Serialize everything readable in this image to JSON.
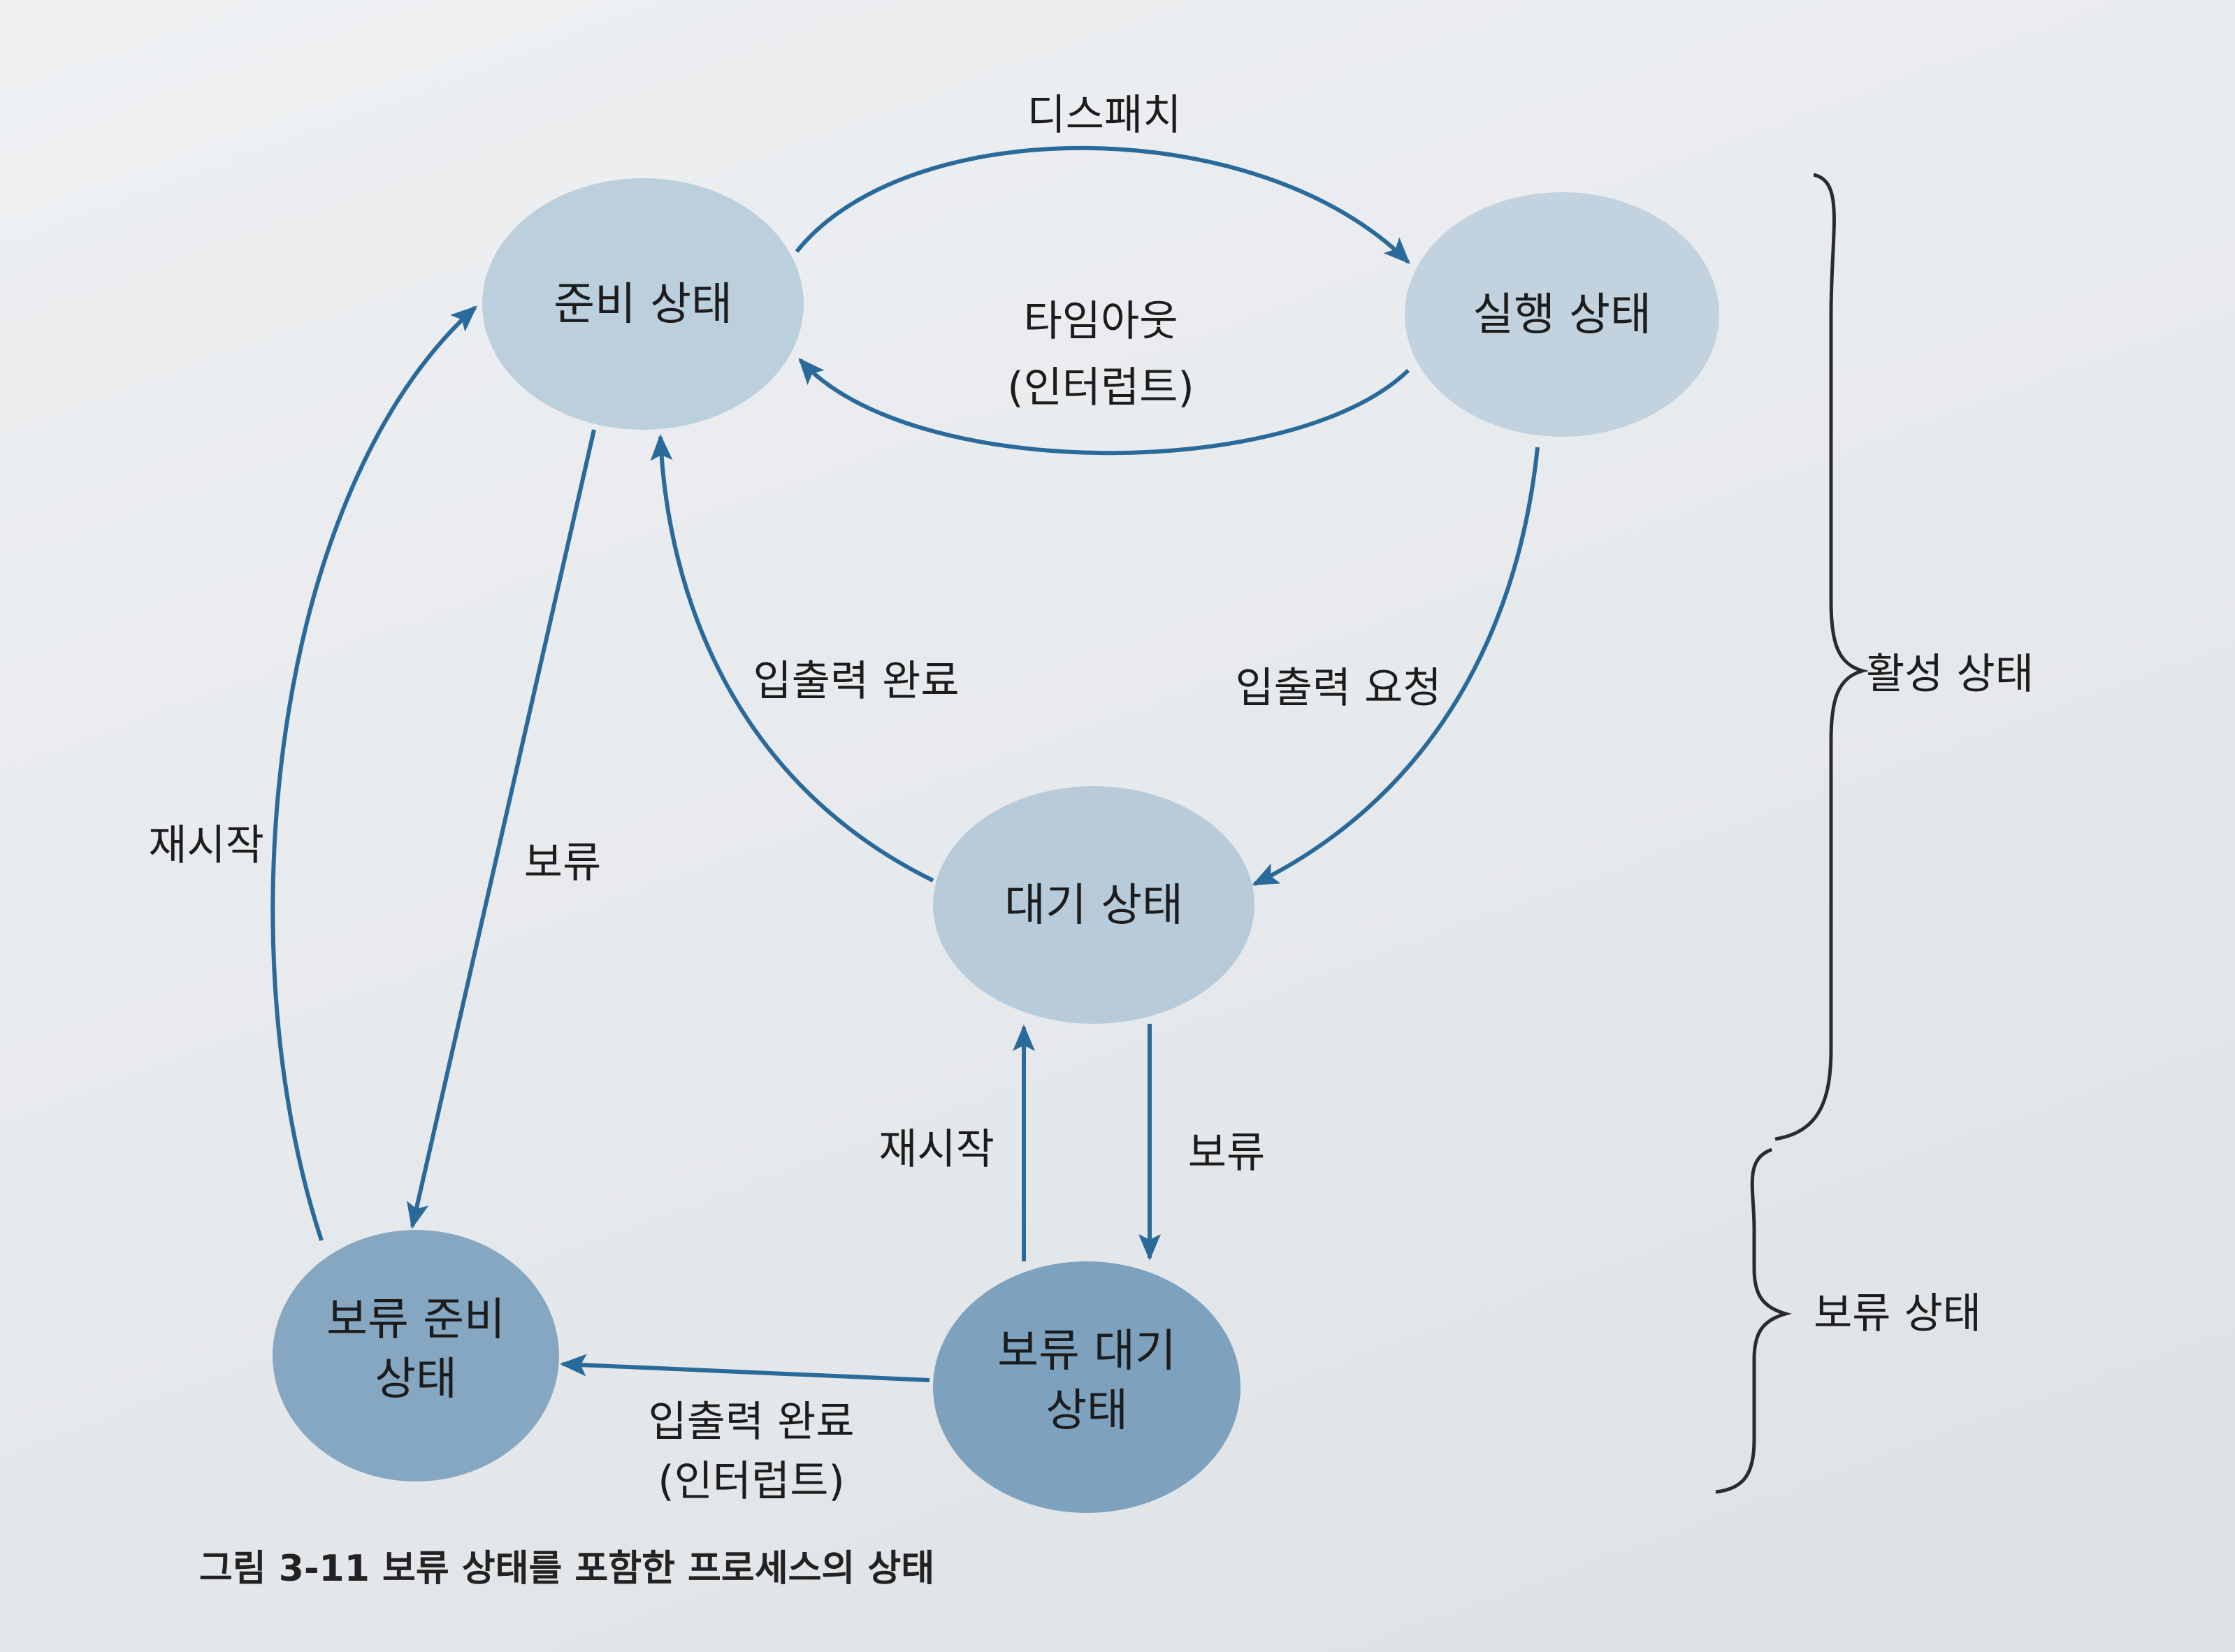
{
  "nodes": {
    "ready": {
      "lines": [
        "준비 상태"
      ]
    },
    "running": {
      "lines": [
        "실행 상태"
      ]
    },
    "waiting": {
      "lines": [
        "대기 상태"
      ]
    },
    "suspended_ready": {
      "lines": [
        "보류 준비",
        "상태"
      ]
    },
    "suspended_waiting": {
      "lines": [
        "보류 대기",
        "상태"
      ]
    }
  },
  "edges": {
    "dispatch": "디스패치",
    "timeout": [
      "타임아웃",
      "(인터럽트)"
    ],
    "io_request": "입출력 요청",
    "io_complete": "입출력 완료",
    "suspend_ready": "보류",
    "resume_ready": "재시작",
    "resume_waiting": "재시작",
    "suspend_waiting": "보류",
    "io_complete_suspended": [
      "입출력 완료",
      "(인터럽트)"
    ]
  },
  "groups": {
    "active": "활성 상태",
    "suspended": "보류 상태"
  },
  "caption": "그림 3-11  보류 상태를 포함한 프로세스의 상태",
  "colors": {
    "node_fill": "#b7cbdb",
    "node_fill_dark": "#7fa2bf",
    "edge": "#2a6a9a",
    "text": "#1c1c1c"
  }
}
